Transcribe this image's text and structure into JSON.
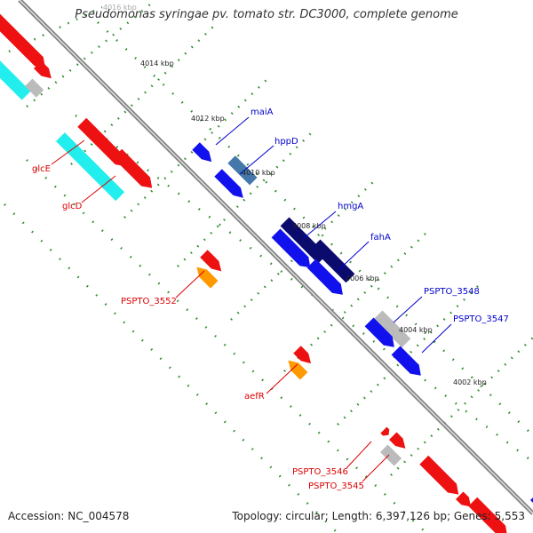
{
  "title": "Pseudomonas syringae pv. tomato str. DC3000, complete genome",
  "footer": {
    "accession": "Accession: NC_004578",
    "topology": "Topology: circular; Length: 6,397,126 bp; Genes: 5,553"
  },
  "colors": {
    "backbone": "#888888",
    "tick": "#2a8a2a",
    "forward_red": "#ee1111",
    "reverse_cyan": "#22eeee",
    "reverse_orange": "#ff9900",
    "gray_gene": "#bbbbbb",
    "blue_gene": "#1111ee",
    "navy_gene": "#0b0b6e",
    "steel_gene": "#4477aa",
    "label_red": "#dd0000",
    "label_blue": "#0000cc"
  },
  "scale_labels": [
    "4016 kbp",
    "4014 kbp",
    "4012 kbp",
    "4010 kbp",
    "4008 kbp",
    "4006 kbp",
    "4004 kbp",
    "4002 kbp"
  ],
  "gene_labels": {
    "left": [
      "glcE",
      "glcD",
      "PSPTO_3552",
      "aefR",
      "PSPTO_3546",
      "PSPTO_3545"
    ],
    "right": [
      "maiA",
      "hppD",
      "hmgA",
      "fahA",
      "PSPTO_3548",
      "PSPTO_3547"
    ]
  }
}
